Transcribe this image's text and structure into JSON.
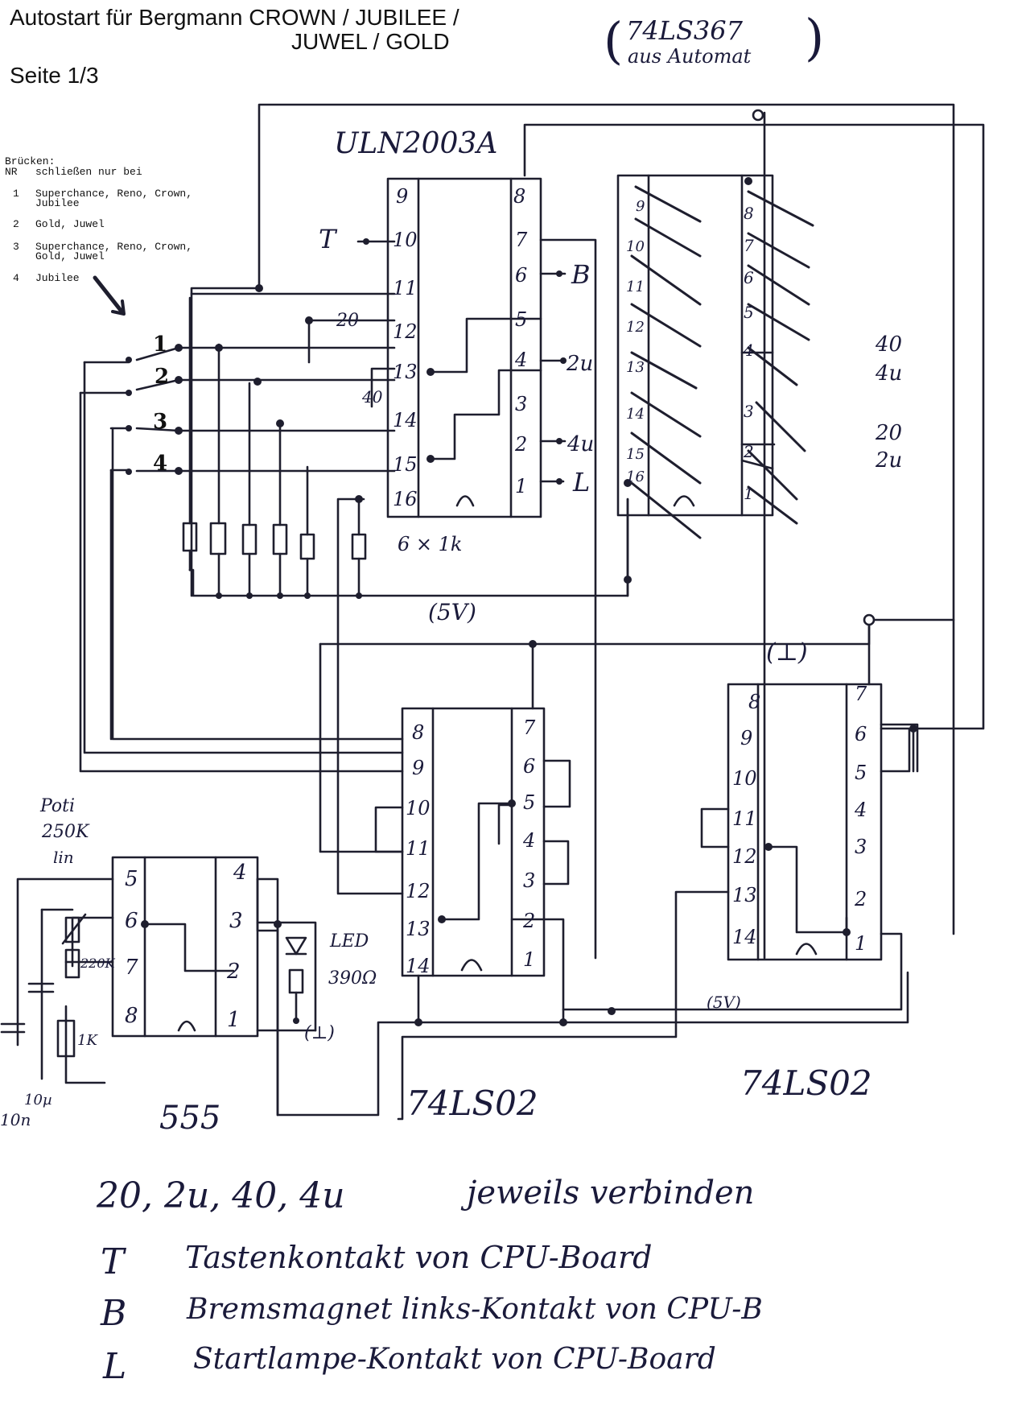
{
  "header": {
    "line1": "Autostart für Bergmann CROWN / JUBILEE /",
    "line2": "JUWEL /  GOLD",
    "page": "Seite 1/3"
  },
  "top_note": {
    "line1": "74LS367",
    "line2": "aus Automat"
  },
  "bridges": {
    "title": "Brücken:",
    "col_nr": "NR",
    "col_desc": "schließen nur bei",
    "items": [
      {
        "nr": "1",
        "line1": "Superchance, Reno, Crown,",
        "line2": "Jubilee"
      },
      {
        "nr": "2",
        "line1": "Gold, Juwel",
        "line2": ""
      },
      {
        "nr": "3",
        "line1": "Superchance, Reno, Crown,",
        "line2": "Gold, Juwel"
      },
      {
        "nr": "4",
        "line1": "Jubilee",
        "line2": ""
      }
    ]
  },
  "chips": {
    "uln": {
      "name": "ULN2003A",
      "left_pins": [
        "9",
        "10",
        "11",
        "12",
        "13",
        "14",
        "15",
        "16"
      ],
      "right_pins": [
        "8",
        "7",
        "6",
        "5",
        "4",
        "3",
        "2",
        "1"
      ]
    },
    "ls367": {
      "left_pins": [
        "9",
        "10",
        "11",
        "12",
        "13",
        "14",
        "15",
        "16"
      ],
      "right_pins": [
        "8",
        "7",
        "6",
        "5",
        "4",
        "3",
        "2",
        "1"
      ]
    },
    "ls02a": {
      "name": "74LS02",
      "left_pins": [
        "8",
        "9",
        "10",
        "11",
        "12",
        "13",
        "14"
      ],
      "right_pins": [
        "7",
        "6",
        "5",
        "4",
        "3",
        "2",
        "1"
      ]
    },
    "ls02b": {
      "name": "74LS02",
      "left_pins": [
        "8",
        "9",
        "10",
        "11",
        "12",
        "13",
        "14"
      ],
      "right_pins": [
        "7",
        "6",
        "5",
        "4",
        "3",
        "2",
        "1"
      ]
    },
    "ic555": {
      "name": "555",
      "left_pins": [
        "5",
        "6",
        "7",
        "8"
      ],
      "right_pins": [
        "4",
        "3",
        "2",
        "1"
      ]
    }
  },
  "labels": {
    "t": "T",
    "b": "B",
    "l": "L",
    "o20": "20",
    "o40": "40",
    "u2": "2u",
    "u4": "4u",
    "r_40": "40",
    "r_4u": "4u",
    "r_20": "20",
    "r_2u": "2u",
    "resistors": "6 × 1k",
    "v5": "(5V)",
    "gnd": "(⊥)",
    "gnd2": "(⊥)",
    "v5b": "(5V)",
    "poti_1": "Poti",
    "poti_2": "250K",
    "poti_3": "lin",
    "r220": "220K",
    "r1k": "1K",
    "c10u": "10µ",
    "c10n": "10n",
    "led": "LED",
    "r390": "390Ω"
  },
  "bridge_numbers": [
    "1",
    "2",
    "3",
    "4"
  ],
  "legend": {
    "connect": {
      "key": "20, 2u, 40, 4u",
      "text": "jeweils verbinden"
    },
    "rows": [
      {
        "key": "T",
        "text": "Tastenkontakt   von CPU-Board"
      },
      {
        "key": "B",
        "text": "Bremsmagnet links-Kontakt   von CPU-B"
      },
      {
        "key": "L",
        "text": "Startlampe-Kontakt   von CPU-Board"
      }
    ]
  }
}
